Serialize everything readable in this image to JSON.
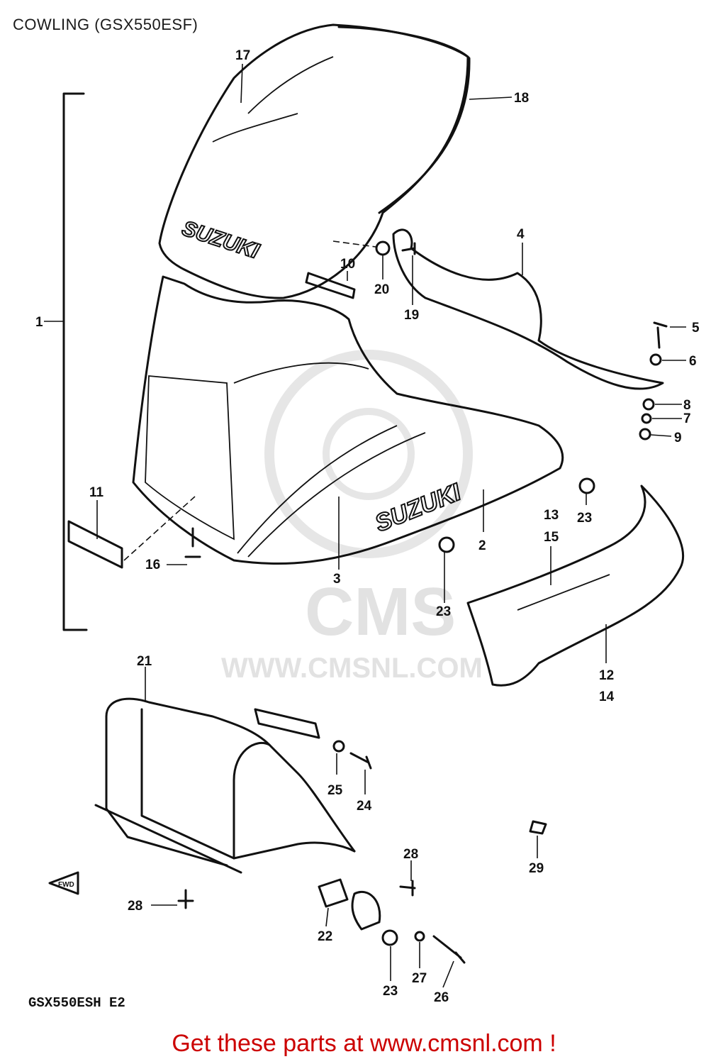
{
  "title": "COWLING (GSX550ESF)",
  "diagram_code": "GSX550ESH E2",
  "footer_text": "Get these parts at www.cmsnl.com !",
  "watermark": {
    "logo": "CMS",
    "url": "WWW.CMSNL.COM"
  },
  "part_branding": {
    "windshield_logo": "SUZUKI",
    "cowl_logo": "SUZUKI",
    "fwd_label": "FWD"
  },
  "callouts": {
    "c1": "1",
    "c2": "2",
    "c3": "3",
    "c4": "4",
    "c5": "5",
    "c6": "6",
    "c7": "7",
    "c8": "8",
    "c9": "9",
    "c10": "10",
    "c11": "11",
    "c12": "12",
    "c13": "13",
    "c14": "14",
    "c15": "15",
    "c16": "16",
    "c17": "17",
    "c18": "18",
    "c19": "19",
    "c20": "20",
    "c21": "21",
    "c22": "22",
    "c23a": "23",
    "c23b": "23",
    "c23c": "23",
    "c24": "24",
    "c25": "25",
    "c26": "26",
    "c27": "27",
    "c28a": "28",
    "c28b": "28",
    "c29": "29"
  },
  "colors": {
    "line": "#111111",
    "footer": "#cc0000",
    "watermark": "#e2e2e2"
  }
}
